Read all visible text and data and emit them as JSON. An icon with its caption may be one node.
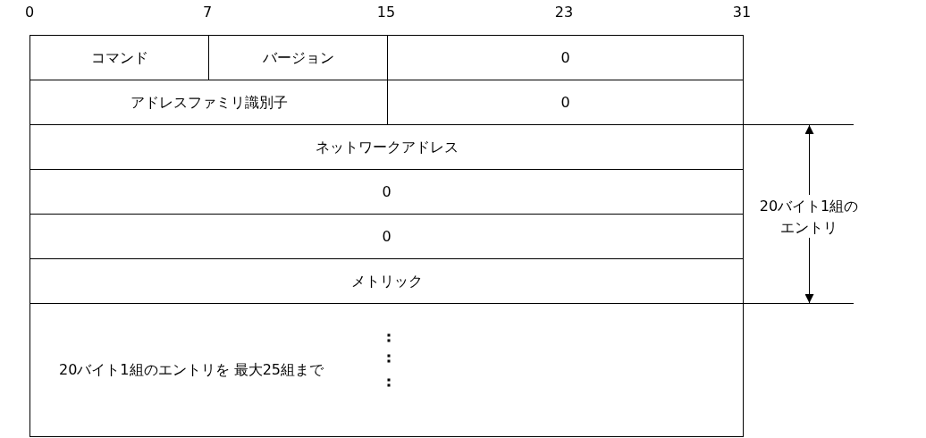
{
  "diagram": {
    "nodes": [
      {
        "text": [
          "コマンド"
        ]
      },
      {
        "text": [
          "バージョン"
        ]
      },
      {
        "text": [
          "0"
        ]
      },
      {
        "text": [
          "アドレスファミリ識別子"
        ]
      },
      {
        "text": [
          "0"
        ]
      },
      {
        "text": [
          "ネットワークアドレス"
        ]
      },
      {
        "text": [
          "0"
        ]
      },
      {
        "text": [
          "0"
        ]
      },
      {
        "text": [
          "メトリック"
        ]
      },
      {
        "text": [
          "20バイト1組のエントリを 最大25組まで"
        ]
      }
    ],
    "edges": [],
    "labels": [
      "0",
      "7",
      "15",
      "23",
      "31",
      "20バイト1組のエントリ"
    ]
  }
}
